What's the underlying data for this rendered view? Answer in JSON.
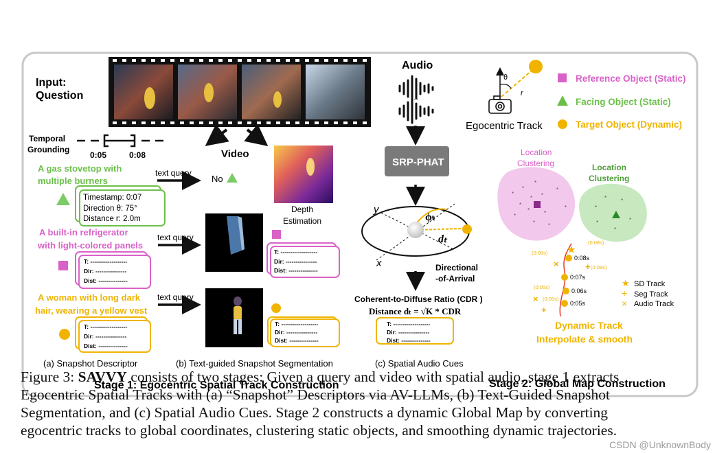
{
  "figure": {
    "input_label": "Input:",
    "question_label": "Question",
    "temporal_grounding_label": [
      "Temporal",
      "Grounding"
    ],
    "time_start": "0:05",
    "time_end": "0:08",
    "video_label": "Video",
    "audio_label": "Audio",
    "audio_ellipsis": "...",
    "depth_label": [
      "Depth",
      "Estimation"
    ],
    "srp_phat_label": "SRP-PHAT",
    "doa_label": [
      "Directional",
      "-of-Arrival"
    ],
    "cdr_label": "Coherent-to-Diffuse Ratio (CDR )",
    "distance_formula": "Distance dₜ = √K * CDR",
    "axis_y": "y",
    "axis_x": "x",
    "phi_label": "ϕₜ",
    "d_label": "dₜ",
    "query_label": "text query",
    "no_label": "No",
    "objects": [
      {
        "name": "A gas stovetop with",
        "name2": "multiple burners",
        "color": "#6cc04a"
      },
      {
        "name": "A  built-in refrigerator",
        "name2": "with light-colored panels",
        "color": "#d962c8"
      },
      {
        "name": "A woman with long dark",
        "name2": "hair, wearing a yellow vest",
        "color": "#f0b400"
      }
    ],
    "descriptor_filled": {
      "timestamp": "Timestamp: 0:07",
      "direction": "Direction θ:  75°",
      "distance": "Distance r:   2.0m"
    },
    "descriptor_blank": {
      "t": "T: -------------------",
      "dir": "Dir: ----------------",
      "dist": "Dist: ---------------"
    },
    "sublabels": {
      "a": "(a) Snapshot Descriptor",
      "b": "(b) Text-guided Snapshot Segmentation",
      "c": "(c) Spatial Audio Cues"
    },
    "stage1": "Stage 1: Egocentric Spatial Track Construction",
    "stage2": "Stage 2: Global Map Construction",
    "egocentric_track": "Egocentric Track",
    "theta": "θ",
    "r": "r",
    "legend": [
      {
        "label": "Reference Object (Static)",
        "color": "#d962c8",
        "shape": "square"
      },
      {
        "label": "Facing Object (Static)",
        "color": "#6cc04a",
        "shape": "triangle"
      },
      {
        "label": "Target Object (Dynamic)",
        "color": "#f0b400",
        "shape": "circle"
      }
    ],
    "location_clustering": [
      "Location",
      "Clustering"
    ],
    "track_times": [
      "0:08s",
      "0:07s",
      "0:06s",
      "0:05s"
    ],
    "track_small_times": [
      "(0:08s)",
      "(0:08s)",
      "(0:05s)",
      "(0:05s)"
    ],
    "track_legend": [
      "SD Track",
      "Seg Track",
      "Audio Track"
    ],
    "dynamic_track": [
      "Dynamic Track",
      "Interpolate & smooth"
    ],
    "colors": {
      "green": "#6cc04a",
      "pink": "#d962c8",
      "yellow": "#f0b400",
      "gray": "#8a8a8a"
    }
  },
  "caption": {
    "line1_prefix": "Figure 3: ",
    "line1_bold": "SAVVY",
    "line1_rest": " consists of two stages: Given a query and video with spatial audio, stage 1 extracts",
    "line2": "Egocentric Spatial Tracks with (a) “Snapshot” Descriptors via AV-LLMs, (b) Text-Guided Snapshot",
    "line3": "Segmentation, and (c) Spatial Audio Cues. Stage 2 constructs a dynamic Global Map by converting",
    "line4": "egocentric tracks to global coordinates, clustering static objects, and smoothing dynamic trajectories."
  },
  "watermark": "CSDN @UnknownBody"
}
